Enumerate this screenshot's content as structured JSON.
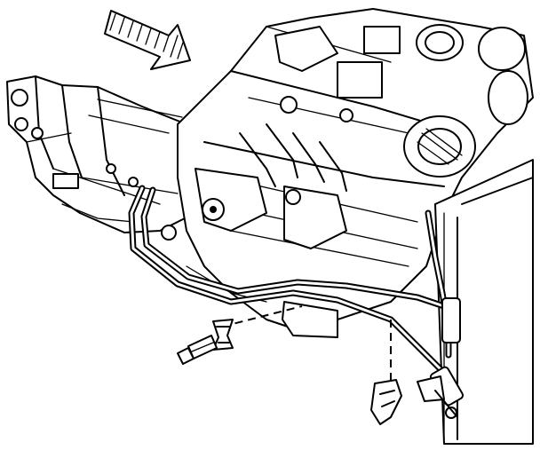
{
  "figure": {
    "description_icons": [
      "direction-arrow-icon",
      "transmission",
      "engine",
      "radiator",
      "cooler-lines",
      "clip-fastener",
      "bolt-fastener"
    ]
  }
}
